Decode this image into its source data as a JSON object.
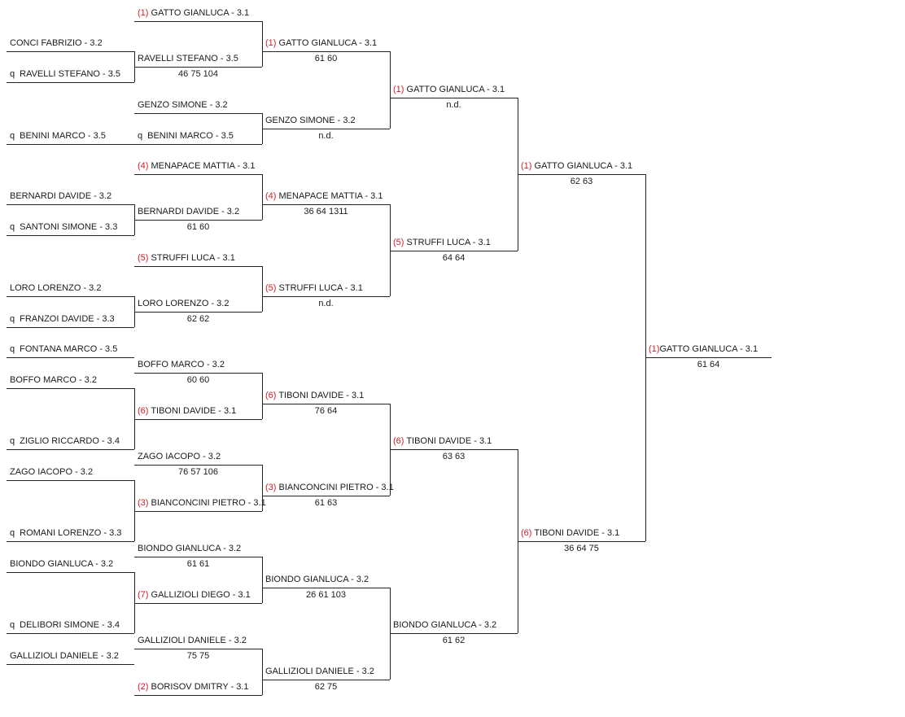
{
  "rounds": [
    {
      "name": "round-1",
      "slots": [
        {
          "id": "r1-1a",
          "seed": "",
          "q": false,
          "name": "CONCI FABRIZIO - 3.2",
          "score": ""
        },
        {
          "id": "r1-1b",
          "seed": "",
          "q": true,
          "name": "RAVELLI STEFANO - 3.5",
          "score": ""
        },
        {
          "id": "r1-2a",
          "seed": "",
          "q": true,
          "name": "BENINI MARCO - 3.5",
          "score": ""
        },
        {
          "id": "r1-2b",
          "seed": "",
          "q": false,
          "name": "BERNARDI DAVIDE - 3.2",
          "score": ""
        },
        {
          "id": "r1-3a",
          "seed": "",
          "q": true,
          "name": "SANTONI SIMONE - 3.3",
          "score": ""
        },
        {
          "id": "r1-3b",
          "seed": "",
          "q": false,
          "name": "LORO LORENZO - 3.2",
          "score": ""
        },
        {
          "id": "r1-4a",
          "seed": "",
          "q": true,
          "name": "FRANZOI DAVIDE - 3.3",
          "score": ""
        },
        {
          "id": "r1-4b",
          "seed": "",
          "q": true,
          "name": "FONTANA MARCO - 3.5",
          "score": ""
        },
        {
          "id": "r1-5a",
          "seed": "",
          "q": false,
          "name": "BOFFO MARCO - 3.2",
          "score": ""
        },
        {
          "id": "r1-5b",
          "seed": "",
          "q": true,
          "name": "ZIGLIO RICCARDO - 3.4",
          "score": ""
        },
        {
          "id": "r1-6a",
          "seed": "",
          "q": false,
          "name": "ZAGO IACOPO - 3.2",
          "score": ""
        },
        {
          "id": "r1-6b",
          "seed": "",
          "q": true,
          "name": "ROMANI LORENZO - 3.3",
          "score": ""
        },
        {
          "id": "r1-7a",
          "seed": "",
          "q": false,
          "name": "BIONDO GIANLUCA - 3.2",
          "score": ""
        },
        {
          "id": "r1-7b",
          "seed": "",
          "q": true,
          "name": "DELIBORI SIMONE - 3.4",
          "score": ""
        },
        {
          "id": "r1-8a",
          "seed": "",
          "q": false,
          "name": "GALLIZIOLI DANIELE - 3.2",
          "score": ""
        }
      ]
    },
    {
      "name": "round-2",
      "slots": [
        {
          "id": "r2-1",
          "seed": "(1)",
          "q": false,
          "name": "GATTO GIANLUCA - 3.1",
          "score": ""
        },
        {
          "id": "r2-2",
          "seed": "",
          "q": false,
          "name": "RAVELLI STEFANO - 3.5",
          "score": "46 75 104"
        },
        {
          "id": "r2-3",
          "seed": "",
          "q": false,
          "name": "GENZO SIMONE - 3.2",
          "score": ""
        },
        {
          "id": "r2-4",
          "seed": "",
          "q": true,
          "name": "BENINI MARCO - 3.5",
          "score": ""
        },
        {
          "id": "r2-5",
          "seed": "(4)",
          "q": false,
          "name": "MENAPACE MATTIA - 3.1",
          "score": ""
        },
        {
          "id": "r2-6",
          "seed": "",
          "q": false,
          "name": "BERNARDI DAVIDE - 3.2",
          "score": "61 60"
        },
        {
          "id": "r2-7",
          "seed": "(5)",
          "q": false,
          "name": "STRUFFI LUCA - 3.1",
          "score": ""
        },
        {
          "id": "r2-8",
          "seed": "",
          "q": false,
          "name": "LORO LORENZO - 3.2",
          "score": "62 62"
        },
        {
          "id": "r2-9",
          "seed": "",
          "q": false,
          "name": "BOFFO MARCO - 3.2",
          "score": "60 60"
        },
        {
          "id": "r2-10",
          "seed": "(6)",
          "q": false,
          "name": "TIBONI DAVIDE - 3.1",
          "score": ""
        },
        {
          "id": "r2-11",
          "seed": "",
          "q": false,
          "name": "ZAGO IACOPO - 3.2",
          "score": "76 57 106"
        },
        {
          "id": "r2-12",
          "seed": "(3)",
          "q": false,
          "name": "BIANCONCINI PIETRO - 3.1",
          "score": ""
        },
        {
          "id": "r2-13",
          "seed": "",
          "q": false,
          "name": "BIONDO GIANLUCA - 3.2",
          "score": "61 61"
        },
        {
          "id": "r2-14",
          "seed": "(7)",
          "q": false,
          "name": "GALLIZIOLI DIEGO - 3.1",
          "score": ""
        },
        {
          "id": "r2-15",
          "seed": "",
          "q": false,
          "name": "GALLIZIOLI DANIELE - 3.2",
          "score": "75 75"
        },
        {
          "id": "r2-16",
          "seed": "(2)",
          "q": false,
          "name": "BORISOV DMITRY - 3.1",
          "score": ""
        }
      ]
    },
    {
      "name": "round-3",
      "slots": [
        {
          "id": "r3-1",
          "seed": "(1)",
          "q": false,
          "name": "GATTO GIANLUCA - 3.1",
          "score": "61 60"
        },
        {
          "id": "r3-2",
          "seed": "",
          "q": false,
          "name": "GENZO SIMONE - 3.2",
          "score": "n.d."
        },
        {
          "id": "r3-3",
          "seed": "(4)",
          "q": false,
          "name": "MENAPACE MATTIA - 3.1",
          "score": "36 64 1311"
        },
        {
          "id": "r3-4",
          "seed": "(5)",
          "q": false,
          "name": "STRUFFI LUCA - 3.1",
          "score": "n.d."
        },
        {
          "id": "r3-5",
          "seed": "(6)",
          "q": false,
          "name": "TIBONI DAVIDE - 3.1",
          "score": "76 64"
        },
        {
          "id": "r3-6",
          "seed": "(3)",
          "q": false,
          "name": "BIANCONCINI PIETRO - 3.1",
          "score": "61 63"
        },
        {
          "id": "r3-7",
          "seed": "",
          "q": false,
          "name": "BIONDO GIANLUCA - 3.2",
          "score": "26 61 103"
        },
        {
          "id": "r3-8",
          "seed": "",
          "q": false,
          "name": "GALLIZIOLI DANIELE - 3.2",
          "score": "62 75"
        }
      ]
    },
    {
      "name": "round-4",
      "slots": [
        {
          "id": "r4-1",
          "seed": "(1)",
          "q": false,
          "name": "GATTO GIANLUCA - 3.1",
          "score": "n.d."
        },
        {
          "id": "r4-2",
          "seed": "(5)",
          "q": false,
          "name": "STRUFFI LUCA - 3.1",
          "score": "64 64"
        },
        {
          "id": "r4-3",
          "seed": "(6)",
          "q": false,
          "name": "TIBONI DAVIDE - 3.1",
          "score": "63 63"
        },
        {
          "id": "r4-4",
          "seed": "",
          "q": false,
          "name": "BIONDO GIANLUCA - 3.2",
          "score": "61 62"
        }
      ]
    },
    {
      "name": "round-5",
      "slots": [
        {
          "id": "r5-1",
          "seed": "(1)",
          "q": false,
          "name": "GATTO GIANLUCA - 3.1",
          "score": "62 63"
        },
        {
          "id": "r5-2",
          "seed": "(6)",
          "q": false,
          "name": "TIBONI DAVIDE - 3.1",
          "score": "36 64 75"
        }
      ]
    },
    {
      "name": "final",
      "slots": [
        {
          "id": "r6-1",
          "seed": "(1)",
          "q": false,
          "name": "GATTO GIANLUCA - 3.1",
          "score": "61 64"
        }
      ]
    }
  ],
  "q_marker": "q",
  "colors": {
    "seed": "#d0202a",
    "line": "#222222",
    "text": "#1a1a1a"
  }
}
